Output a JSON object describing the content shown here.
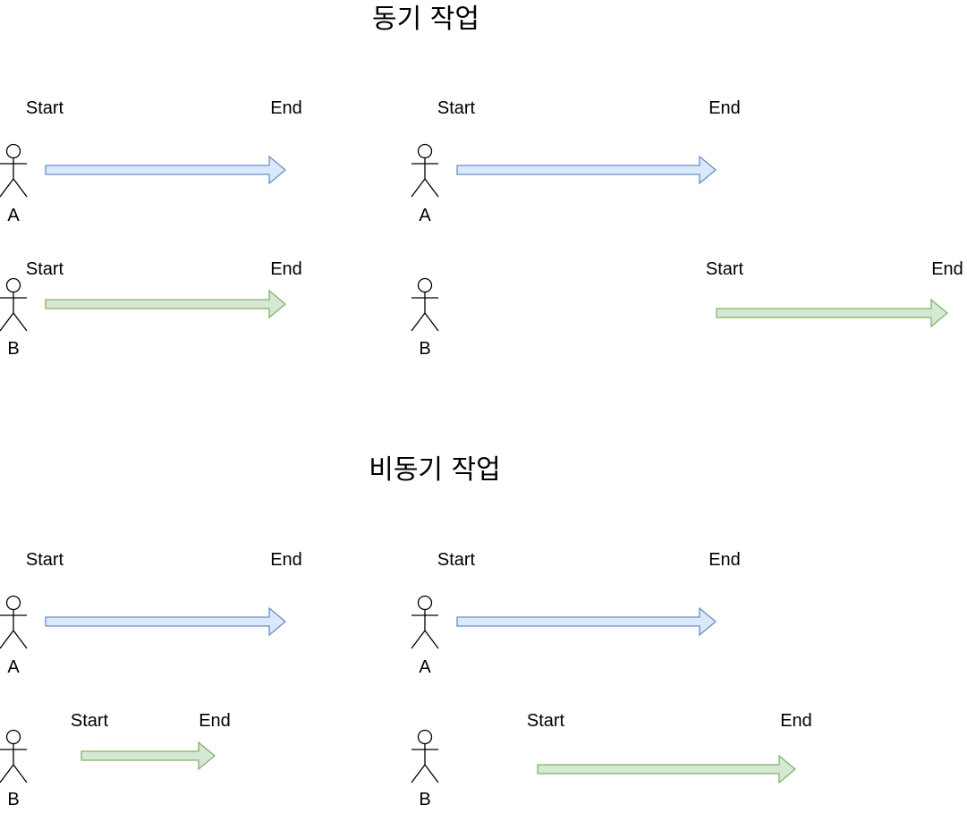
{
  "sections": [
    {
      "title": "동기 작업",
      "panels": [
        {
          "rows": [
            {
              "actor": "A",
              "start_label": "Start",
              "end_label": "End",
              "color": "blue"
            },
            {
              "actor": "B",
              "start_label": "Start",
              "end_label": "End",
              "color": "green"
            }
          ]
        },
        {
          "rows": [
            {
              "actor": "A",
              "start_label": "Start",
              "end_label": "End",
              "color": "blue"
            },
            {
              "actor": "B",
              "start_label": "Start",
              "end_label": "End",
              "color": "green"
            }
          ]
        }
      ]
    },
    {
      "title": "비동기 작업",
      "panels": [
        {
          "rows": [
            {
              "actor": "A",
              "start_label": "Start",
              "end_label": "End",
              "color": "blue"
            },
            {
              "actor": "B",
              "start_label": "Start",
              "end_label": "End",
              "color": "green"
            }
          ]
        },
        {
          "rows": [
            {
              "actor": "A",
              "start_label": "Start",
              "end_label": "End",
              "color": "blue"
            },
            {
              "actor": "B",
              "start_label": "Start",
              "end_label": "End",
              "color": "green"
            }
          ]
        }
      ]
    }
  ],
  "colors": {
    "blue_fill": "#dae8fc",
    "blue_stroke": "#6c8ebf",
    "green_fill": "#d5e8d4",
    "green_stroke": "#82b366"
  }
}
